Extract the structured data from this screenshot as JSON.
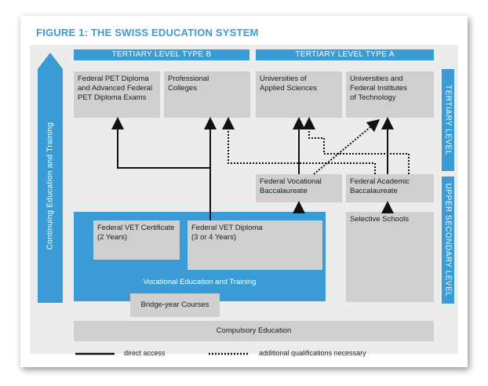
{
  "title": "FIGURE 1: THE SWISS EDUCATION SYSTEM",
  "side": {
    "continuing": "Continuing Education and Training",
    "tertiary_level": "TERTIARY LEVEL",
    "upper_secondary_level": "UPPER SECONDARY LEVEL"
  },
  "headers": {
    "type_b": "TERTIARY LEVEL TYPE B",
    "type_a": "TERTIARY LEVEL TYPE A"
  },
  "tertiary": {
    "pet": "Federal PET Diploma\nand Advanced Federal\nPET Diploma Exams",
    "professional": "Professional\nColleges",
    "uas": "Universities of\nApplied Sciences",
    "universities": "Universities and\nFederal Institutes\nof Technology"
  },
  "upper_secondary": {
    "vocational_bacc": "Federal Vocational\nBaccalaureate",
    "academic_bacc": "Federal Academic\nBaccalaureate",
    "selective": "Selective Schools",
    "vet_certificate": "Federal VET Certificate\n(2 Years)",
    "vet_diploma": "Federal VET Diploma\n(3 or 4 Years)",
    "vet_label": "Vocational Education and Training",
    "bridge": "Bridge-year Courses",
    "compulsory": "Compulsory Education"
  },
  "legend": {
    "direct": "direct access",
    "additional": "additional qualifications necessary"
  },
  "colors": {
    "accent": "#3a9bd5",
    "box": "#cfcfcf",
    "panel": "#ececec"
  }
}
